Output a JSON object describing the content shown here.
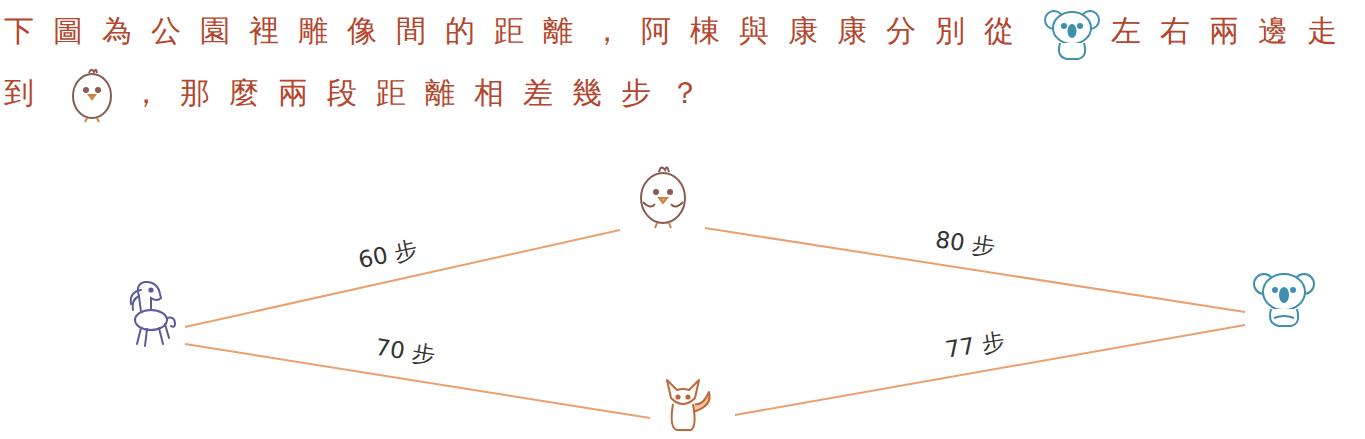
{
  "diagram": {
    "labels": [
      "下圖為公園裡雕像間的距離，阿棟與康康分別從",
      "左右兩邊走到",
      "，那麼兩段距離相差幾步？",
      "60 步",
      "80 步",
      "70 步",
      "77 步"
    ]
  }
}
